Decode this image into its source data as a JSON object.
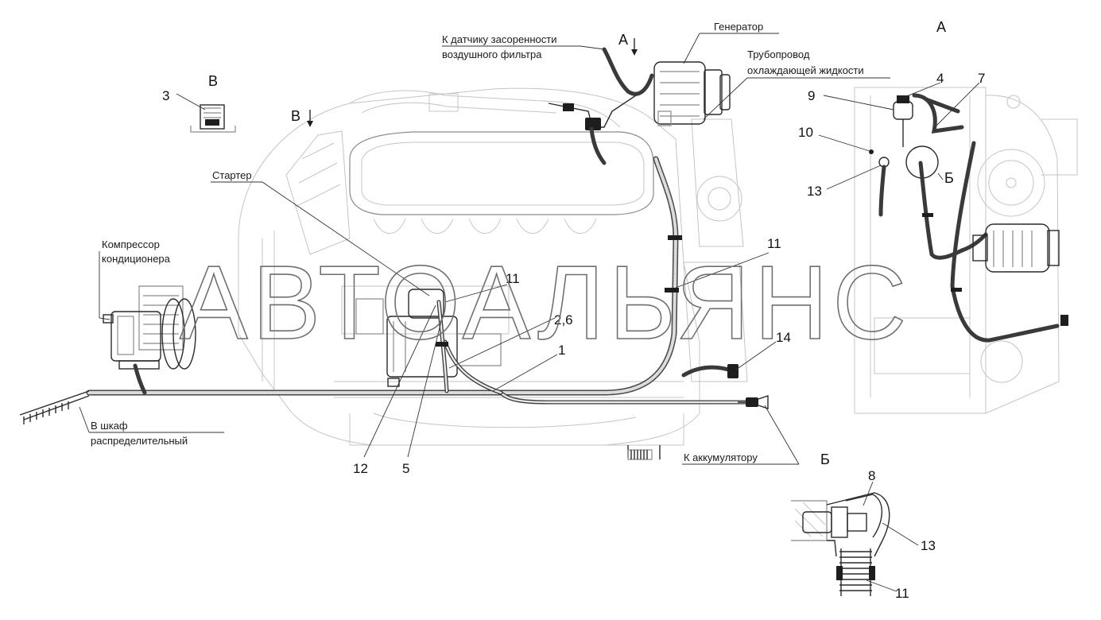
{
  "labels": {
    "air_filter_sensor_l1": "К датчику засоренности",
    "air_filter_sensor_l2": "воздушного фильтра",
    "generator": "Генератор",
    "coolant_pipe_l1": "Трубопровод",
    "coolant_pipe_l2": "охлаждающей жидкости",
    "starter": "Стартер",
    "compressor_l1": "Компрессор",
    "compressor_l2": "кондиционера",
    "cabinet_l1": "В шкаф",
    "cabinet_l2": "распределительный",
    "battery": "К аккумулятору"
  },
  "views": {
    "view_a_arrow": "А",
    "view_a_title": "А",
    "view_b_arrow": "В",
    "view_b_title": "В",
    "detail_b_title": "Б",
    "detail_b_callout": "Б"
  },
  "callouts": {
    "n3": "3",
    "n4": "4",
    "n7": "7",
    "n9": "9",
    "n10": "10",
    "n13_a": "13",
    "n11_main": "11",
    "n11_starter": "11",
    "n26": "2,6",
    "n1": "1",
    "n14": "14",
    "n12": "12",
    "n5": "5",
    "n8": "8",
    "n13_b": "13",
    "n11_b": "11"
  },
  "watermark": "АВТОАЛЬЯНС"
}
